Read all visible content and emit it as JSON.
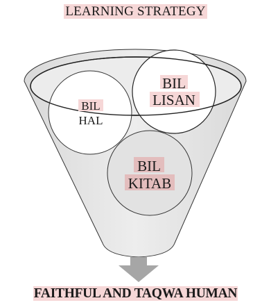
{
  "diagram": {
    "title": "LEARNING STRATEGY",
    "circles": [
      {
        "id": "bil-hal",
        "line1": "BIL",
        "line2": "HAL"
      },
      {
        "id": "bil-lisan",
        "line1": "BIL",
        "line2": "LISAN"
      },
      {
        "id": "bil-kitab",
        "line1": "BIL",
        "line2": "KITAB"
      }
    ],
    "outcome": "FAITHFUL AND TAQWA HUMAN"
  },
  "colors": {
    "funnel_fill": "#e6e6e6",
    "highlight": "#f6d7d7",
    "arrow": "#a6a6a6"
  }
}
